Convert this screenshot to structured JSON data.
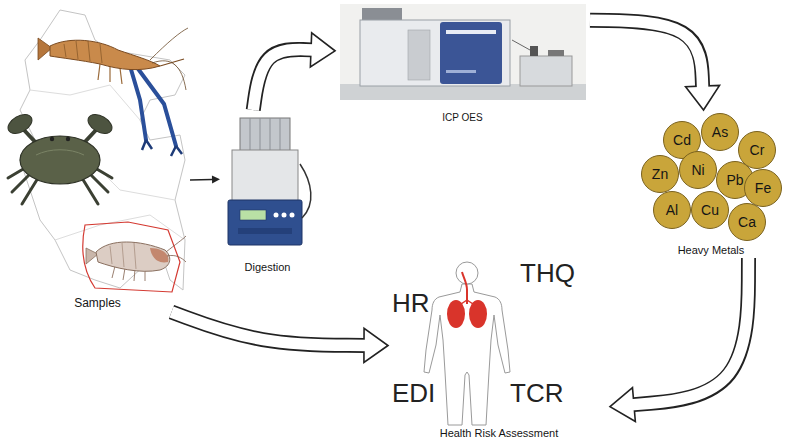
{
  "diagram": {
    "nodes": [
      {
        "text": [
          "Samples"
        ]
      },
      {
        "text": [
          "Digestion"
        ]
      },
      {
        "text": [
          "ICP OES"
        ]
      },
      {
        "text": [
          "Heavy Metals"
        ]
      },
      {
        "text": [
          "Cd"
        ],
        "in": 3
      },
      {
        "text": [
          "As"
        ],
        "in": 3
      },
      {
        "text": [
          "Cr"
        ],
        "in": 3
      },
      {
        "text": [
          "Zn"
        ],
        "in": 3
      },
      {
        "text": [
          "Ni"
        ],
        "in": 3
      },
      {
        "text": [
          "Pb"
        ],
        "in": 3
      },
      {
        "text": [
          "Fe"
        ],
        "in": 3
      },
      {
        "text": [
          "Al"
        ],
        "in": 3
      },
      {
        "text": [
          "Cu"
        ],
        "in": 3
      },
      {
        "text": [
          "Ca"
        ],
        "in": 3
      },
      {
        "text": [
          "Health Risk Assessment"
        ]
      }
    ],
    "edges": [
      {
        "from": 0,
        "to": 1,
        "arrow": "to"
      },
      {
        "from": 1,
        "to": 2,
        "arrow": "to"
      },
      {
        "from": 2,
        "to": 3,
        "arrow": "to"
      },
      {
        "from": 3,
        "to": 14,
        "arrow": "to"
      },
      {
        "from": 0,
        "to": 14,
        "arrow": "to"
      }
    ],
    "labels": [
      "HR",
      "THQ",
      "EDI",
      "TCR"
    ]
  }
}
